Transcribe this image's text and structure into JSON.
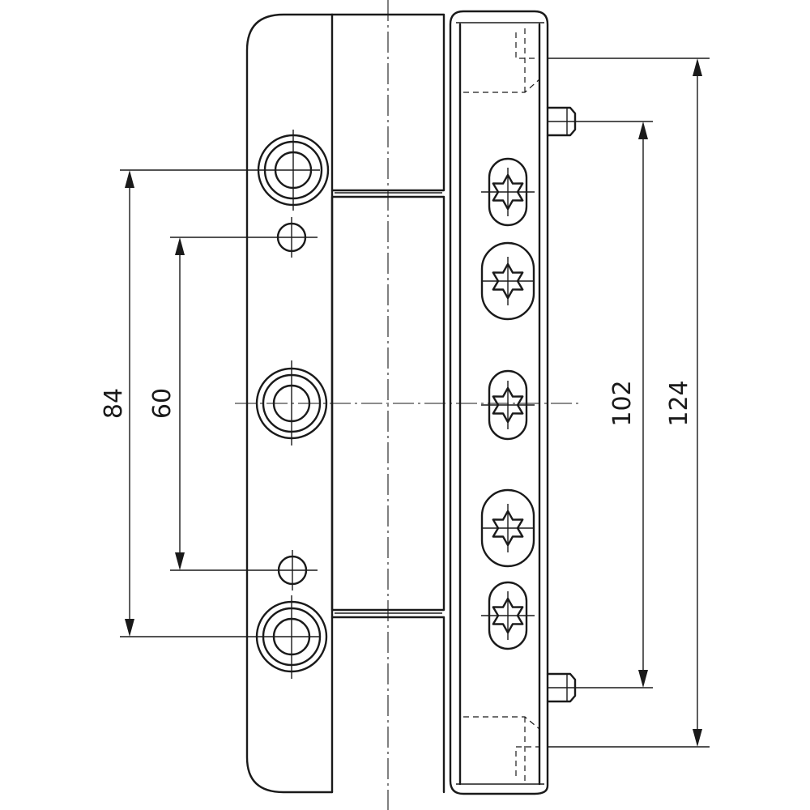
{
  "dimensions": {
    "outer_holes": "84",
    "inner_holes": "60",
    "pins": "102",
    "end_caps": "124"
  }
}
